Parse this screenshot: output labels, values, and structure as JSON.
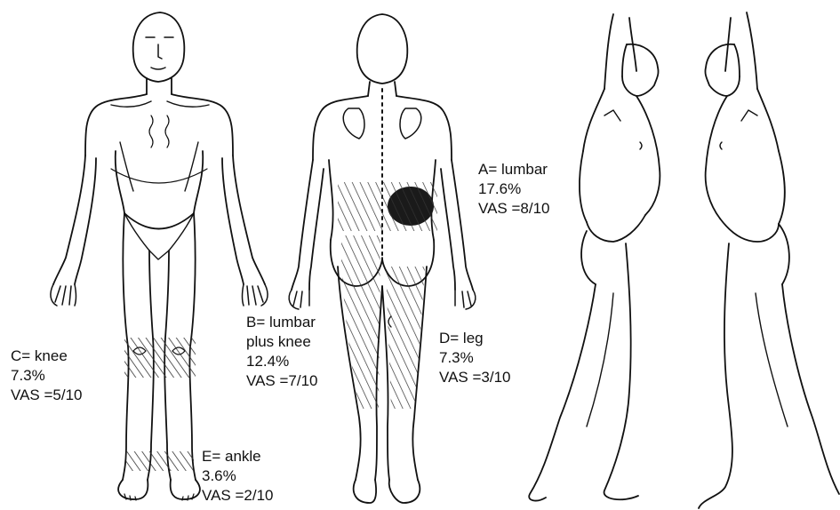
{
  "regions": {
    "a": {
      "lines": [
        "A= lumbar",
        "17.6%",
        "VAS =8/10"
      ]
    },
    "b": {
      "lines": [
        "B= lumbar",
        "plus knee",
        "12.4%",
        "VAS =7/10"
      ]
    },
    "c": {
      "lines": [
        "C= knee",
        "7.3%",
        "VAS =5/10"
      ]
    },
    "d": {
      "lines": [
        "D= leg",
        "7.3%",
        "VAS =3/10"
      ]
    },
    "e": {
      "lines": [
        "E= ankle",
        "3.6%",
        "VAS =2/10"
      ]
    }
  },
  "colors": {
    "line": "#111111",
    "hatch": "#333333",
    "shade": "#1a1a1a",
    "background": "#ffffff"
  }
}
